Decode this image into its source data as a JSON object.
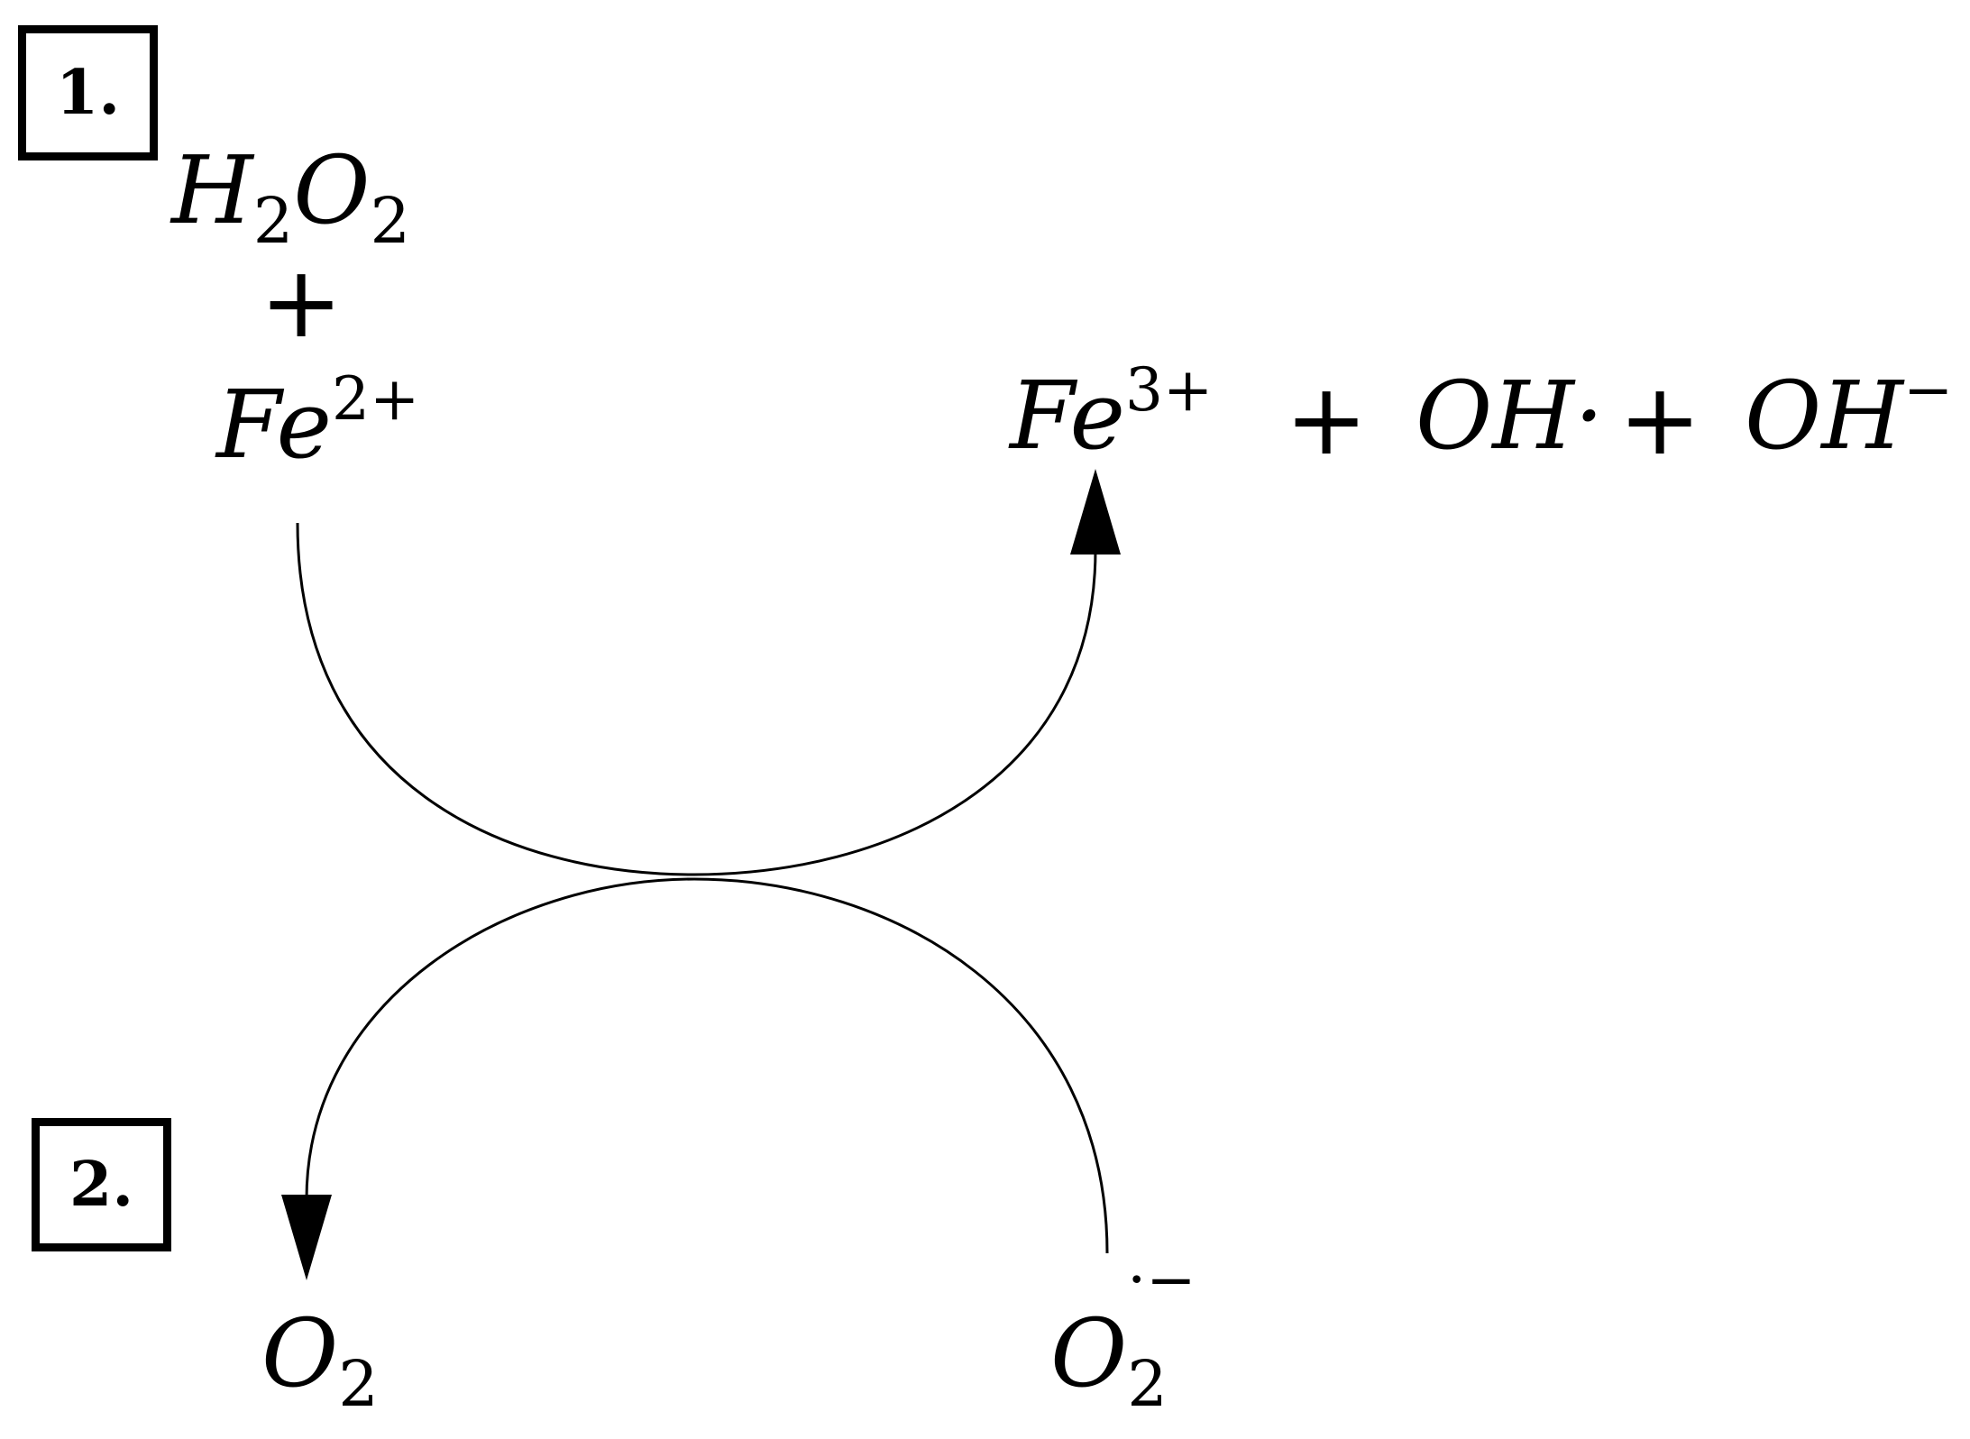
{
  "steps": {
    "step1": "1.",
    "step2": "2."
  },
  "reaction1": {
    "reactant_a": {
      "base": "H",
      "sub1": "2",
      "base2": "O",
      "sub2": "2"
    },
    "plus": "+",
    "reactant_b": {
      "base": "Fe",
      "sup": "2+"
    },
    "products": {
      "fe3": {
        "base": "Fe",
        "sup": "3+"
      },
      "plus1": "+",
      "hydroxyl_radical": "OH·",
      "plus2": "+",
      "hydroxide": {
        "base": "OH",
        "sup": "−"
      }
    }
  },
  "reaction2": {
    "oxygen": {
      "base": "O",
      "sub": "2"
    },
    "superoxide": {
      "base": "O",
      "sub": "2",
      "sup": "·−"
    }
  },
  "colors": {
    "ink": "#000000",
    "background": "#ffffff"
  }
}
